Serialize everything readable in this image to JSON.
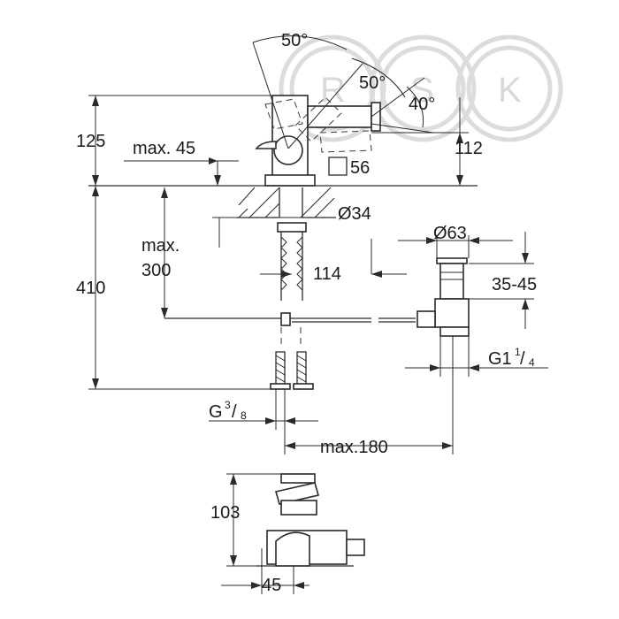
{
  "watermark": {
    "letters": [
      "R",
      "S",
      "K"
    ]
  },
  "dimensions": {
    "angle_top": "50°",
    "angle_right": "50°",
    "angle_tilt": "40°",
    "height_125": "125",
    "max45_label": "max. 45",
    "height_112": "112",
    "square_56": "56",
    "diameter_34": "Ø34",
    "diameter_63": "Ø63",
    "max_label": "max.",
    "value_300": "300",
    "height_410": "410",
    "dim_114": "114",
    "range_35_45": "35-45",
    "g1_main": "G1",
    "g1_num": "1",
    "g1_den": "4",
    "g38_main": "G",
    "g38_num": "3",
    "g38_den": "8",
    "max180_label": "max.180",
    "height_103": "103",
    "width_45": "45"
  }
}
